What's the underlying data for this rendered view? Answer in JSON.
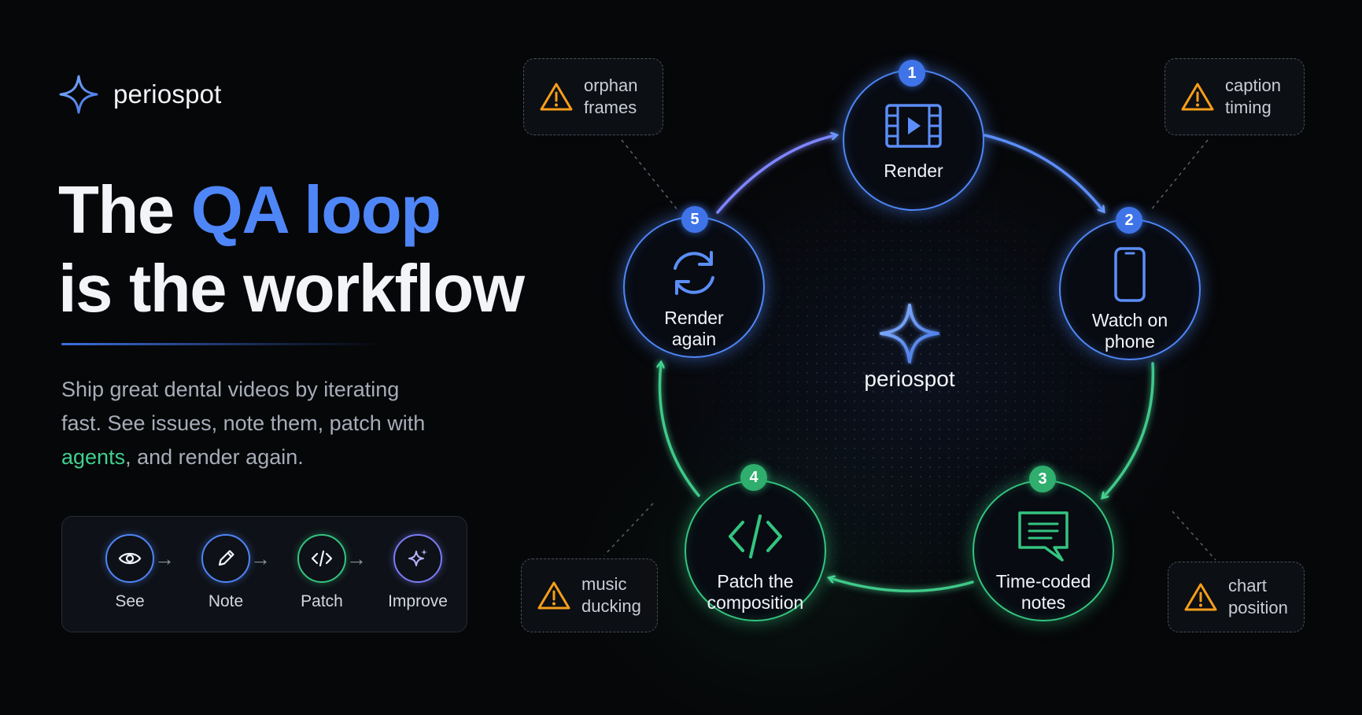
{
  "brand": {
    "name": "periospot"
  },
  "headline": {
    "part1": "The ",
    "accent": "QA loop",
    "line2": "is the workflow"
  },
  "description": {
    "before": "Ship great dental videos by iterating fast. See issues, note them, patch with ",
    "highlight": "agents",
    "after": ", and render again."
  },
  "steps": [
    {
      "label": "See",
      "icon": "eye-icon"
    },
    {
      "label": "Note",
      "icon": "pencil-icon"
    },
    {
      "label": "Patch",
      "icon": "code-icon"
    },
    {
      "label": "Improve",
      "icon": "sparkle-icon"
    }
  ],
  "loop": {
    "nodes": [
      {
        "number": "1",
        "label_lines": [
          "Render"
        ],
        "icon": "film-icon"
      },
      {
        "number": "2",
        "label_lines": [
          "Watch on",
          "phone"
        ],
        "icon": "phone-icon"
      },
      {
        "number": "3",
        "label_lines": [
          "Time-coded",
          "notes"
        ],
        "icon": "message-icon"
      },
      {
        "number": "4",
        "label_lines": [
          "Patch the",
          "composition"
        ],
        "icon": "code-icon"
      },
      {
        "number": "5",
        "label_lines": [
          "Render",
          "again"
        ],
        "icon": "refresh-icon"
      }
    ],
    "issues": [
      {
        "lines": [
          "orphan",
          "frames"
        ],
        "icon": "warning-icon"
      },
      {
        "lines": [
          "caption",
          "timing"
        ],
        "icon": "warning-icon"
      },
      {
        "lines": [
          "chart",
          "position"
        ],
        "icon": "warning-icon"
      },
      {
        "lines": [
          "music",
          "ducking"
        ],
        "icon": "warning-icon"
      }
    ],
    "center_label": "periospot"
  },
  "colors": {
    "blue": "#4f86f7",
    "green": "#34c47f",
    "purple": "#7b7cf5",
    "warning": "#f59e1b",
    "background": "#060709"
  }
}
